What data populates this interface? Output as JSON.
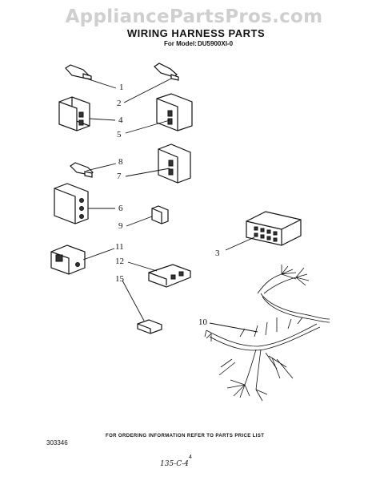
{
  "watermark": "AppliancePartsPros.com",
  "header": {
    "title": "WIRING HARNESS PARTS",
    "model_label": "For Model:",
    "model_value": "DU5900XI-0"
  },
  "callouts": [
    "1",
    "2",
    "3",
    "4",
    "5",
    "6",
    "7",
    "8",
    "9",
    "10",
    "11",
    "12",
    "15"
  ],
  "footer": {
    "note": "FOR ORDERING INFORMATION REFER TO PARTS PRICE LIST",
    "doc_number": "303346",
    "page_number": "4",
    "handwritten": "135-C-4"
  }
}
